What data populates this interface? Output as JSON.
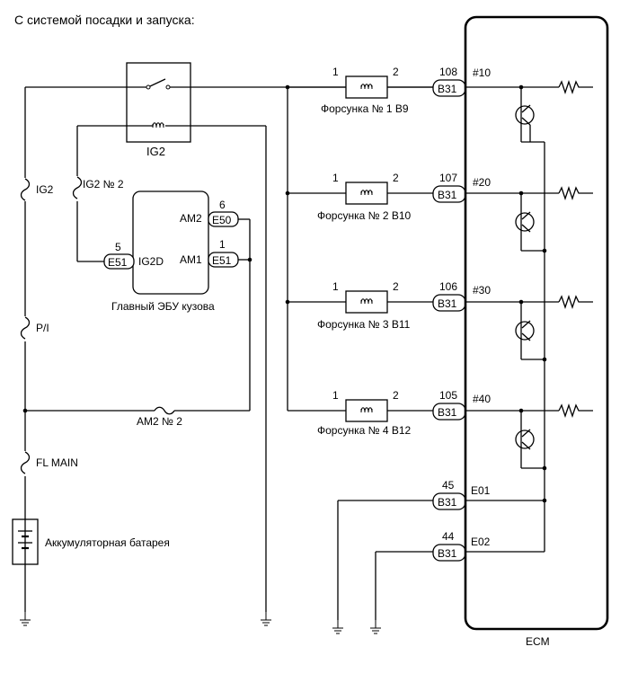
{
  "title": "С системой посадки и запуска:",
  "relay": {
    "label": "IG2"
  },
  "fuses": {
    "ig2": "IG2",
    "ig2_no2": "IG2 № 2",
    "pi": "P/I",
    "am2_no2": "AM2 № 2",
    "fl_main": "FL MAIN"
  },
  "battery": {
    "label": "Аккумуляторная батарея"
  },
  "body_ecu": {
    "label": "Главный ЭБУ кузова",
    "pins": [
      {
        "name": "IG2D",
        "connector": "E51",
        "number": "5"
      },
      {
        "name": "AM2",
        "connector": "E50",
        "number": "6"
      },
      {
        "name": "AM1",
        "connector": "E51",
        "number": "1"
      }
    ]
  },
  "injectors": [
    {
      "label": "Форсунка № 1 B9",
      "pin1": "1",
      "pin2": "2",
      "ecm_pin": "108",
      "connector": "B31",
      "signal": "#10"
    },
    {
      "label": "Форсунка № 2 B10",
      "pin1": "1",
      "pin2": "2",
      "ecm_pin": "107",
      "connector": "B31",
      "signal": "#20"
    },
    {
      "label": "Форсунка № 3 B11",
      "pin1": "1",
      "pin2": "2",
      "ecm_pin": "106",
      "connector": "B31",
      "signal": "#30"
    },
    {
      "label": "Форсунка № 4 B12",
      "pin1": "1",
      "pin2": "2",
      "ecm_pin": "105",
      "connector": "B31",
      "signal": "#40"
    }
  ],
  "grounds": [
    {
      "number": "45",
      "connector": "B31",
      "signal": "E01"
    },
    {
      "number": "44",
      "connector": "B31",
      "signal": "E02"
    }
  ],
  "ecm": {
    "label": "ECM"
  }
}
